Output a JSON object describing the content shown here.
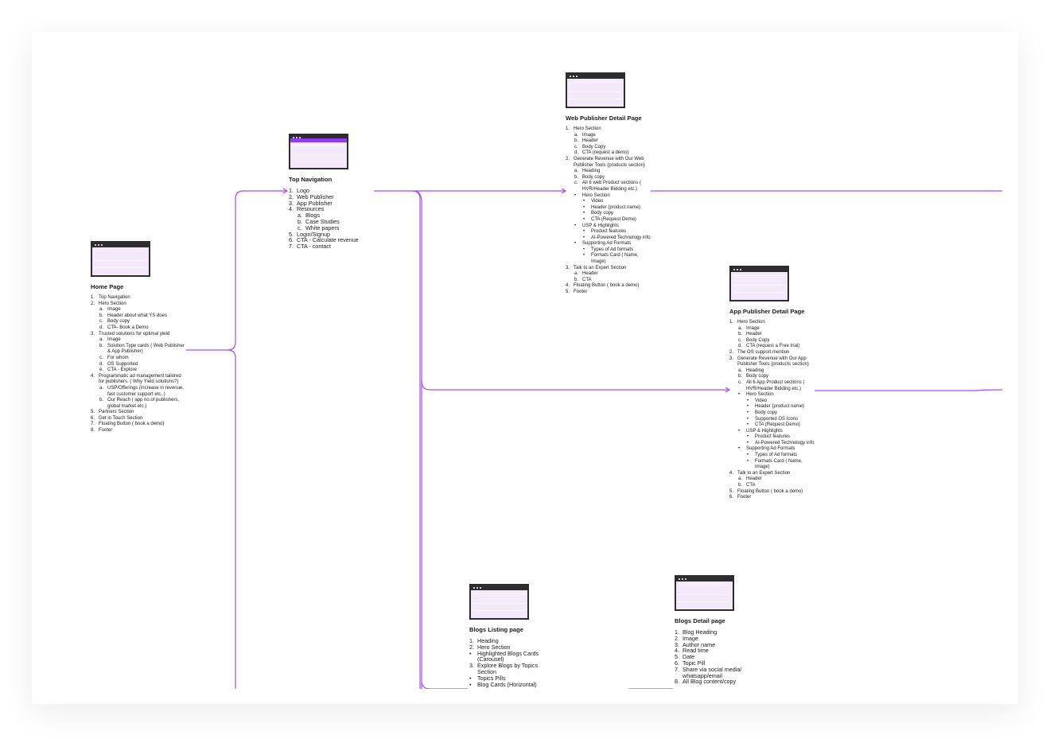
{
  "colors": {
    "connector": "#a64cf5",
    "frame_dark": "#2d2d2d",
    "frame_fill": "#f4e8fc",
    "accent": "#8b3ef2"
  },
  "nodes": {
    "home": {
      "icon": "browser-window-icon",
      "title": "Home Page",
      "items": [
        {
          "m": "1.",
          "t": "Top Navigation"
        },
        {
          "m": "2.",
          "t": "Hero Section",
          "children": [
            {
              "m": "a.",
              "t": "Image"
            },
            {
              "m": "b.",
              "t": "Header about what YS does"
            },
            {
              "m": "c.",
              "t": "Body copy"
            },
            {
              "m": "d.",
              "t": " CTA- Book a Demo"
            }
          ]
        },
        {
          "m": "3.",
          "t": "Trusted solutions for optimal yield",
          "children": [
            {
              "m": "a.",
              "t": "Image"
            },
            {
              "m": "b.",
              "t": "Solution Type cards ( Web Publisher & App Publisher)"
            },
            {
              "m": "c.",
              "t": "For whom"
            },
            {
              "m": "d.",
              "t": "OS Supported"
            },
            {
              "m": "e.",
              "t": "CTA - Explore"
            }
          ]
        },
        {
          "m": "4.",
          "t": "Programmatic ad management tailored for publishers. ( Why Yield solutions?)",
          "children": [
            {
              "m": "a.",
              "t": "USP/Offerings (increase in revenue, fast customer support etc..)"
            },
            {
              "m": "b.",
              "t": "Our Reach ( app no.of publishers, global market etc.)"
            }
          ]
        },
        {
          "m": "5.",
          "t": "Partners Section"
        },
        {
          "m": "6.",
          "t": "Get in Touch Section"
        },
        {
          "m": "7.",
          "t": "Floating Button ( book a demo)"
        },
        {
          "m": "8.",
          "t": "Footer"
        }
      ]
    },
    "topnav": {
      "icon": "browser-window-icon",
      "title": "Top Navigation",
      "items": [
        {
          "m": "1.",
          "t": "Logo"
        },
        {
          "m": "2.",
          "t": "Web Publisher"
        },
        {
          "m": "3.",
          "t": "App Publisher"
        },
        {
          "m": "4.",
          "t": "Resources",
          "children": [
            {
              "m": "a.",
              "t": "Blogs"
            },
            {
              "m": "b.",
              "t": "Case Studies"
            },
            {
              "m": "c.",
              "t": "White papers"
            }
          ]
        },
        {
          "m": "5.",
          "t": "Login/Signup"
        },
        {
          "m": "6.",
          "t": "CTA - Calculate revenue"
        },
        {
          "m": "7.",
          "t": "CTA - contact"
        }
      ]
    },
    "webpub": {
      "icon": "browser-window-icon",
      "title": "Web Publisher Detail Page",
      "items": [
        {
          "m": "1.",
          "t": "Hero Section",
          "children": [
            {
              "m": "a.",
              "t": "Image"
            },
            {
              "m": "b.",
              "t": "Header"
            },
            {
              "m": "c.",
              "t": "Body Copy"
            },
            {
              "m": "d.",
              "t": "CTA (request a demo)"
            }
          ]
        },
        {
          "m": "2.",
          "t": "Generate Revenue with Our Web Publisher Tools (products section)",
          "children": [
            {
              "m": "a.",
              "t": "Heading"
            },
            {
              "m": "b.",
              "t": "Body copy"
            },
            {
              "m": "c.",
              "t": "All 6 web Product sections ( HVR/Header Bidding etc.)"
            },
            {
              "m": "•",
              "t": "Hero Section",
              "children": [
                {
                  "m": "•",
                  "t": "Video"
                },
                {
                  "m": "•",
                  "t": "Header (product name)"
                },
                {
                  "m": "•",
                  "t": "Body copy"
                },
                {
                  "m": "•",
                  "t": "CTA (Request Demo)"
                }
              ]
            },
            {
              "m": "•",
              "t": "USP & Highlights",
              "children": [
                {
                  "m": "•",
                  "t": "Product features"
                },
                {
                  "m": "•",
                  "t": "AI-Powered Technology info"
                }
              ]
            },
            {
              "m": "•",
              "t": "Supporting Ad Formats",
              "children": [
                {
                  "m": "•",
                  "t": "Types of Ad formats"
                },
                {
                  "m": "•",
                  "t": "Formats Card ( Name, Image)"
                }
              ]
            }
          ]
        },
        {
          "m": "3.",
          "t": "Talk to an Expert Section",
          "children": [
            {
              "m": "a.",
              "t": "Header"
            },
            {
              "m": "b.",
              "t": "CTA"
            }
          ]
        },
        {
          "m": "4.",
          "t": "Floating Button ( book a demo)"
        },
        {
          "m": "5.",
          "t": "Footer"
        }
      ]
    },
    "apppub": {
      "icon": "browser-window-icon",
      "title": "App Publisher Detail Page",
      "items": [
        {
          "m": "1.",
          "t": "Hero Section",
          "children": [
            {
              "m": "a.",
              "t": "Image"
            },
            {
              "m": "b.",
              "t": "Header"
            },
            {
              "m": "c.",
              "t": "Body Copy"
            },
            {
              "m": "d.",
              "t": "CTA (request a Free trial)"
            }
          ]
        },
        {
          "m": "2.",
          "t": "The OS support mention"
        },
        {
          "m": "3.",
          "t": "Generate Revenue with Our App Publisher Tools (products section)",
          "children": [
            {
              "m": "a.",
              "t": "Heading"
            },
            {
              "m": "b.",
              "t": "Body copy"
            },
            {
              "m": "c.",
              "t": "All 6 App Product sections ( HVR/Header Bidding etc.)"
            },
            {
              "m": "•",
              "t": "Hero Section",
              "children": [
                {
                  "m": "•",
                  "t": "Video"
                },
                {
                  "m": "•",
                  "t": "Header (product name)"
                },
                {
                  "m": "•",
                  "t": "Body copy"
                },
                {
                  "m": "•",
                  "t": "Supported OS Icons"
                },
                {
                  "m": "•",
                  "t": "CTA (Request Demo)"
                }
              ]
            },
            {
              "m": "•",
              "t": "USP & Highlights",
              "children": [
                {
                  "m": "•",
                  "t": "Product features"
                },
                {
                  "m": "•",
                  "t": "AI-Powered Technology info"
                }
              ]
            },
            {
              "m": "•",
              "t": "Supporting Ad Formats",
              "children": [
                {
                  "m": "•",
                  "t": "Types of Ad formats"
                },
                {
                  "m": "•",
                  "t": "Formats Card ( Name, Image)"
                }
              ]
            }
          ]
        },
        {
          "m": "4.",
          "t": "Talk to an Expert Section",
          "children": [
            {
              "m": "a.",
              "t": "Header"
            },
            {
              "m": "b.",
              "t": "CTA"
            }
          ]
        },
        {
          "m": "5.",
          "t": "Floating Button ( book a demo)"
        },
        {
          "m": "6.",
          "t": "Footer"
        }
      ]
    },
    "blogslist": {
      "icon": "browser-window-icon",
      "title": "Blogs  Listing page",
      "items": [
        {
          "m": "1.",
          "t": "Heading"
        },
        {
          "m": "2.",
          "t": " Hero Section"
        },
        {
          "m": "•",
          "t": "Highlighted Blogs Cards (Carousel)"
        },
        {
          "m": "3.",
          "t": "Explore Blogs by Topics Section"
        },
        {
          "m": "•",
          "t": "Topics Pills"
        },
        {
          "m": "•",
          "t": "Blog Cards (Horizontal)"
        }
      ]
    },
    "blogdetail": {
      "icon": "browser-window-icon",
      "title": "Blogs Detail page",
      "items": [
        {
          "m": "1.",
          "t": "Blog Heading"
        },
        {
          "m": "2.",
          "t": " Image"
        },
        {
          "m": "3.",
          "t": "Author name"
        },
        {
          "m": "4.",
          "t": "Read time"
        },
        {
          "m": "5.",
          "t": "Date"
        },
        {
          "m": "6.",
          "t": "Topic Pill"
        },
        {
          "m": "7.",
          "t": "Share via social media/ whatsapp/email"
        },
        {
          "m": "8.",
          "t": "All Blog content/copy"
        }
      ]
    }
  }
}
